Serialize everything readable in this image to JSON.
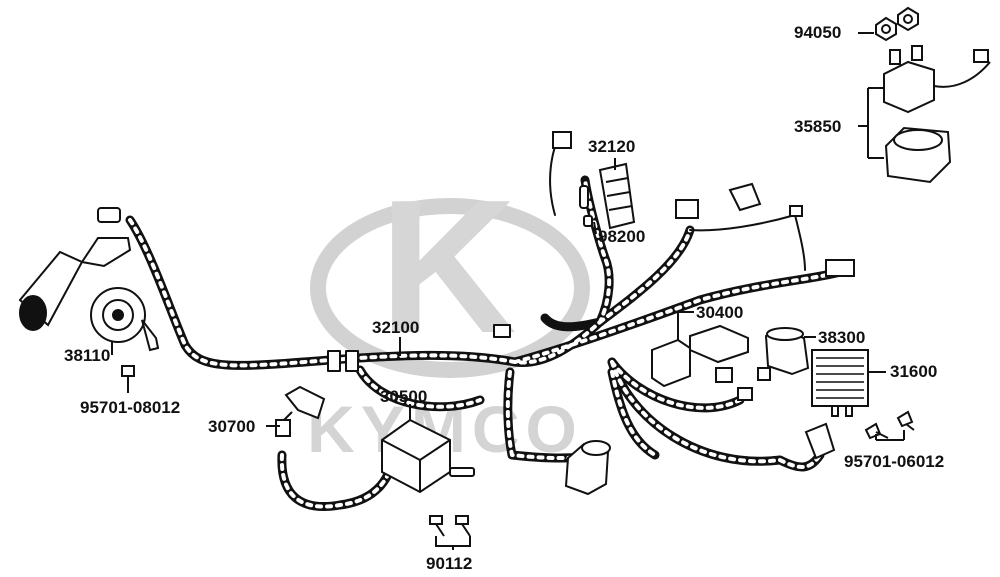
{
  "colors": {
    "ink": "#111111",
    "watermark": "#d2d2d2",
    "paper": "#ffffff"
  },
  "watermark": {
    "brand": "KYMCO"
  },
  "parts": {
    "p94050": "94050",
    "p35850": "35850",
    "p32120": "32120",
    "p98200": "98200",
    "p32100": "32100",
    "p30400": "30400",
    "p38300": "38300",
    "p31600": "31600",
    "p38110": "38110",
    "p95701_08012": "95701-08012",
    "p30500": "30500",
    "p30700": "30700",
    "p95701_06012": "95701-06012",
    "p90112": "90112"
  }
}
